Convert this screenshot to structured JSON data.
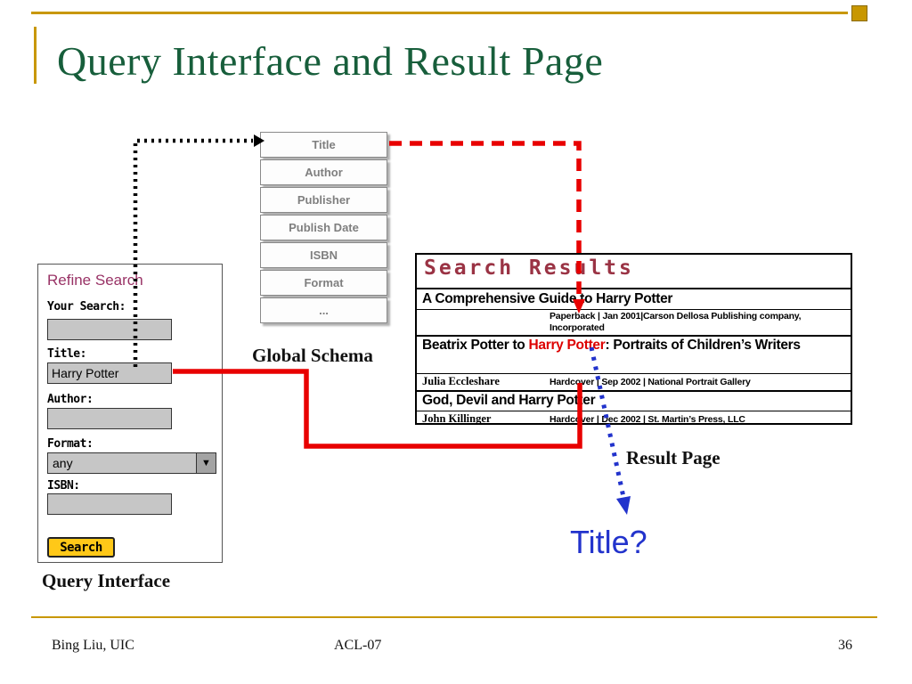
{
  "slide_title": "Query Interface and Result Page",
  "footer": {
    "author": "Bing Liu, UIC",
    "venue": "ACL-07",
    "page_number": "36"
  },
  "global_schema": {
    "caption": "Global Schema",
    "fields": [
      "Title",
      "Author",
      "Publisher",
      "Publish Date",
      "ISBN",
      "Format",
      "..."
    ]
  },
  "query_interface": {
    "caption": "Query Interface",
    "heading": "Refine Search",
    "your_search_label": "Your Search:",
    "title_label": "Title:",
    "title_value": "Harry Potter",
    "author_label": "Author:",
    "format_label": "Format:",
    "format_value": "any",
    "isbn_label": "ISBN:",
    "search_button_label": "Search",
    "dropdown_arrow": "▼"
  },
  "result_page": {
    "caption": "Result Page",
    "heading": "Search Results",
    "results": [
      {
        "title": "A Comprehensive Guide to Harry Potter",
        "details": "Paperback | Jan 2001|Carson Dellosa Publishing company, Incorporated"
      },
      {
        "title_before": "Beatrix Potter to ",
        "title_highlight": "Harry Potter",
        "title_after": ": Portraits of Children’s Writers",
        "author": "Julia Eccleshare",
        "details": "Hardcover | Sep 2002 | National Portrait Gallery"
      },
      {
        "title": "God, Devil and Harry Potter",
        "author": "John Killinger",
        "details": "Hardcover | Dec 2002 | St. Martin’s Press, LLC"
      }
    ]
  },
  "annotations": {
    "title_question": "Title?"
  },
  "colors": {
    "accent_gold": "#C89700",
    "title_green": "#175E3B",
    "refine_heading_purple": "#993366",
    "results_heading_maroon": "#9A3344",
    "highlight_red": "#DD0000",
    "arrow_red": "#E80000",
    "arrow_blue": "#2233CC",
    "arrow_black": "#000000"
  }
}
